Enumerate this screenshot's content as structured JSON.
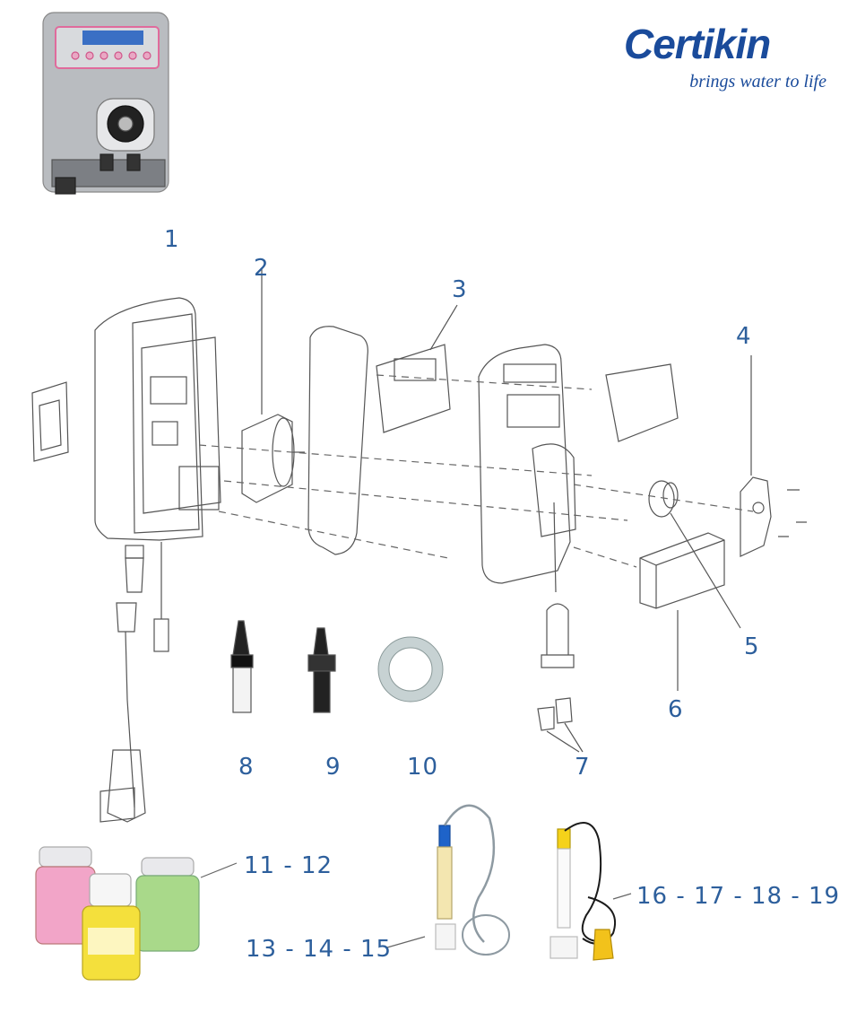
{
  "brand": {
    "name": "Certikin",
    "tagline": "brings water to life",
    "color": "#1a4b9b"
  },
  "callouts": [
    "1",
    "2",
    "3",
    "4",
    "5",
    "6",
    "7",
    "8",
    "9",
    "10",
    "11 - 12",
    "13 - 14 - 15",
    "16 - 17 - 18 - 19"
  ],
  "colors": {
    "callout": "#2d5f9c",
    "line": "#555555"
  }
}
